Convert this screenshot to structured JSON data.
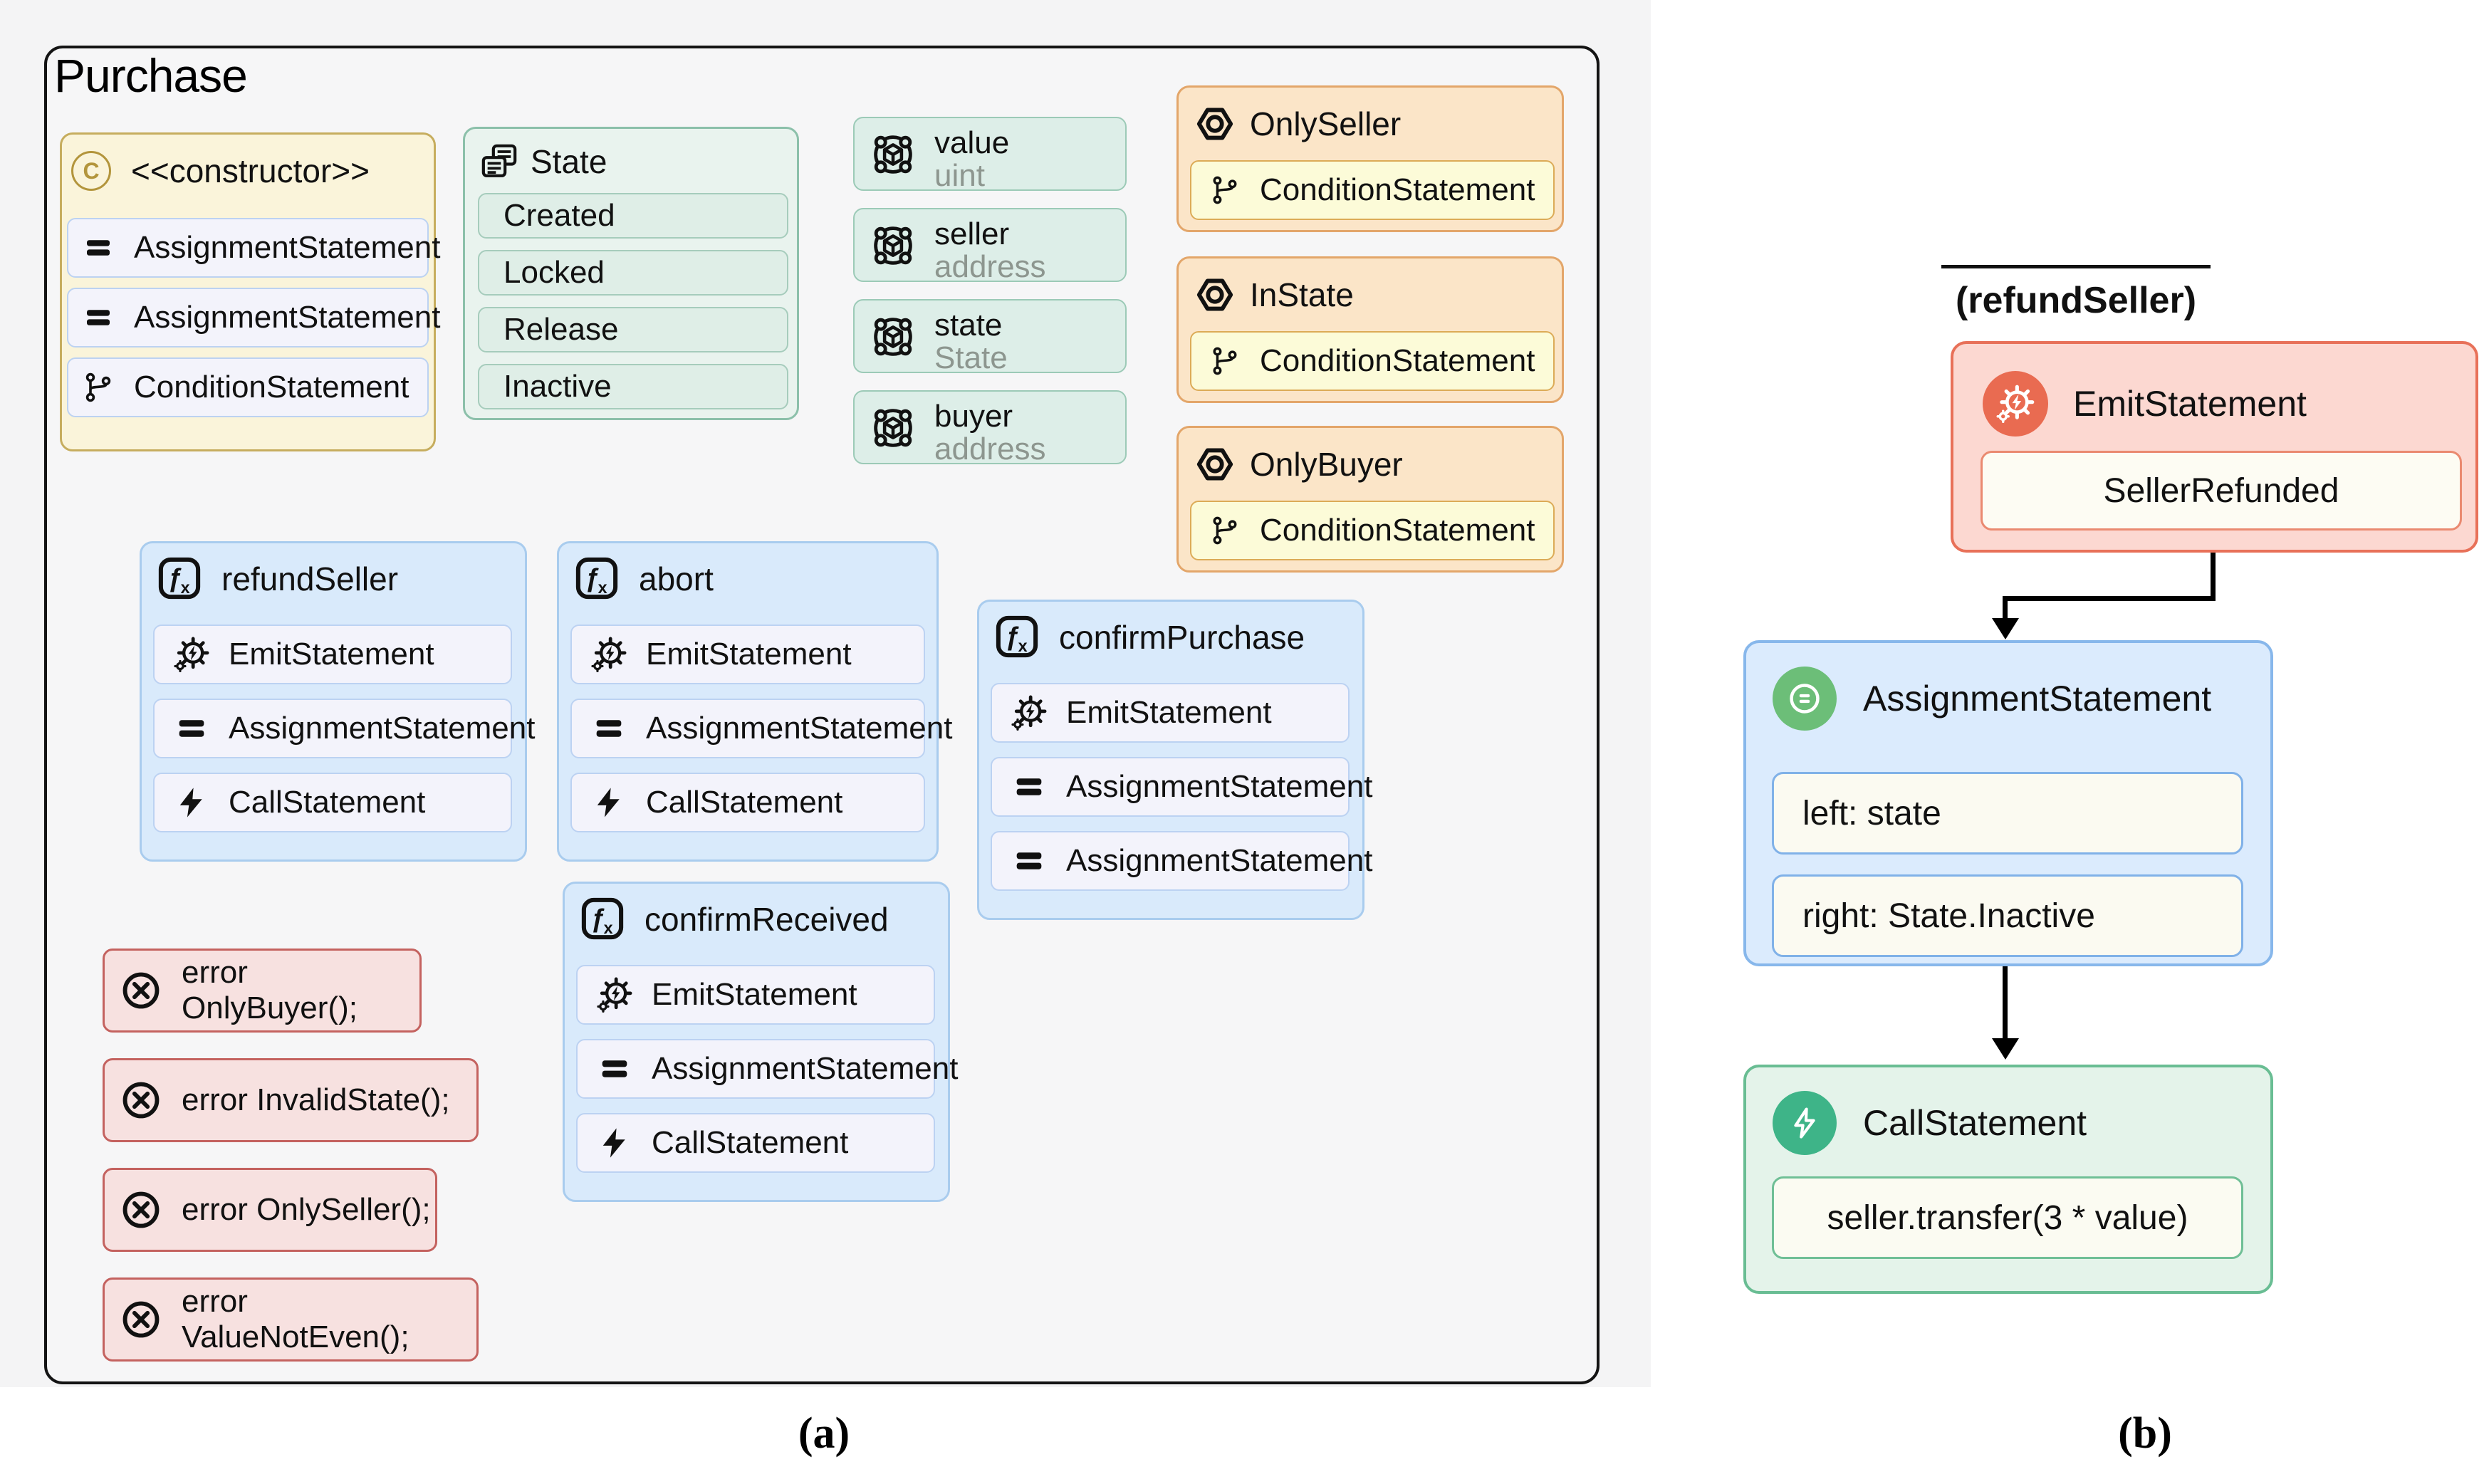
{
  "figure": {
    "caption_a": "(a)",
    "caption_b": "(b)"
  },
  "contract": {
    "title": "Purchase",
    "constructor": {
      "icon_letter": "C",
      "label": "<<constructor>>",
      "items": [
        {
          "icon": "assignment-icon",
          "label": "AssignmentStatement"
        },
        {
          "icon": "assignment-icon",
          "label": "AssignmentStatement"
        },
        {
          "icon": "condition-icon",
          "label": "ConditionStatement"
        }
      ]
    },
    "state_enum": {
      "name": "State",
      "values": [
        "Created",
        "Locked",
        "Release",
        "Inactive"
      ]
    },
    "variables": [
      {
        "name": "value",
        "type": "uint"
      },
      {
        "name": "seller",
        "type": "address"
      },
      {
        "name": "state",
        "type": "State"
      },
      {
        "name": "buyer",
        "type": "address"
      }
    ],
    "modifiers": [
      {
        "name": "OnlySeller",
        "body": "ConditionStatement"
      },
      {
        "name": "InState",
        "body": "ConditionStatement"
      },
      {
        "name": "OnlyBuyer",
        "body": "ConditionStatement"
      }
    ],
    "functions": [
      {
        "name": "refundSeller",
        "statements": [
          "EmitStatement",
          "AssignmentStatement",
          "CallStatement"
        ]
      },
      {
        "name": "abort",
        "statements": [
          "EmitStatement",
          "AssignmentStatement",
          "CallStatement"
        ]
      },
      {
        "name": "confirmPurchase",
        "statements": [
          "EmitStatement",
          "AssignmentStatement",
          "AssignmentStatement"
        ]
      },
      {
        "name": "confirmReceived",
        "statements": [
          "EmitStatement",
          "AssignmentStatement",
          "CallStatement"
        ]
      }
    ],
    "errors": [
      "error OnlyBuyer();",
      "error InvalidState();",
      "error OnlySeller();",
      "error ValueNotEven();"
    ]
  },
  "flow": {
    "function_label": "(refundSeller)",
    "nodes": [
      {
        "title": "EmitStatement",
        "lines": [
          "SellerRefunded"
        ]
      },
      {
        "title": "AssignmentStatement",
        "lines": [
          "left: state",
          "right: State.Inactive"
        ]
      },
      {
        "title": "CallStatement",
        "lines": [
          "seller.transfer(3 * value)"
        ]
      }
    ]
  },
  "colors": {
    "emit_accent": "#e96b51",
    "assignment_accent": "#6cbe78",
    "call_accent": "#3eb488",
    "constructor_fill": "#faf4da",
    "enum_fill": "#e9f3ee",
    "variable_fill": "#ddeee8",
    "modifier_fill": "#fbe5c8",
    "condition_fill": "#fcfbd8",
    "function_fill": "#d9eafb",
    "statement_fill": "#f3f3fb",
    "error_fill": "#f7e1e0",
    "error_border": "#c4625f"
  }
}
